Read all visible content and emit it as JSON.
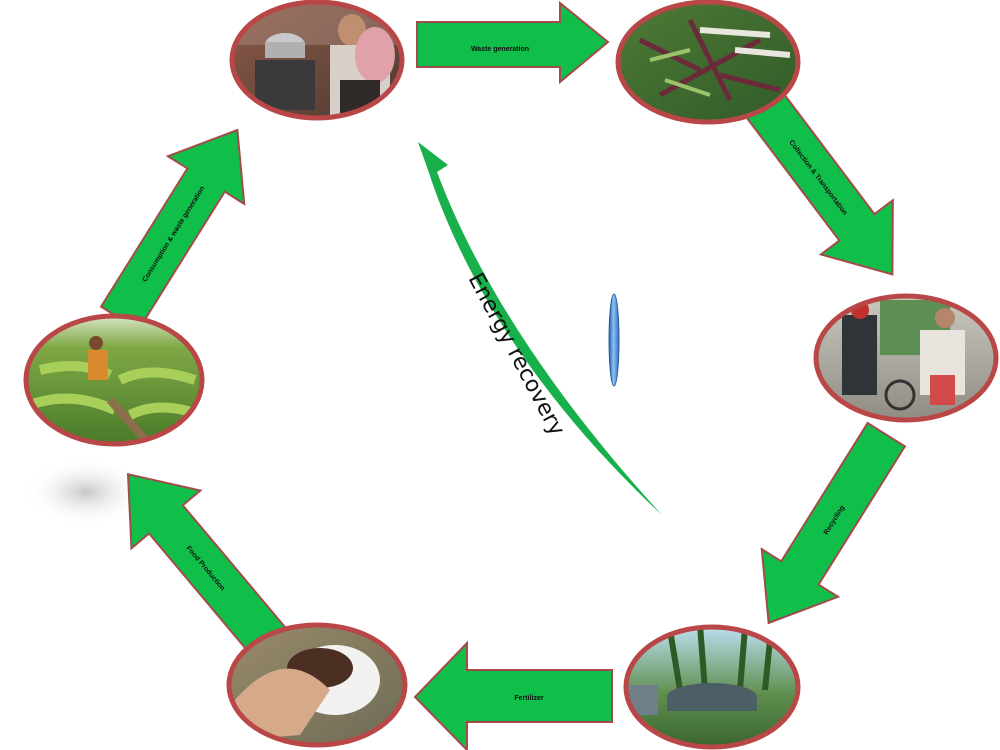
{
  "colors": {
    "arrow_fill": "#0fbf4a",
    "arrow_stroke": "#a34b4b",
    "ellipse_border": "#b94747",
    "energy_arrow": "#17b04a",
    "lens_blue": "#3f86d6"
  },
  "stages": [
    {
      "id": "cooking",
      "icon": "cooking-stove-photo-icon"
    },
    {
      "id": "waste",
      "icon": "kitchen-waste-photo-icon"
    },
    {
      "id": "collection",
      "icon": "waste-cart-photo-icon"
    },
    {
      "id": "biogas",
      "icon": "biogas-plant-photo-icon"
    },
    {
      "id": "compost",
      "icon": "compost-in-hand-photo-icon"
    },
    {
      "id": "farm",
      "icon": "crop-field-photo-icon"
    }
  ],
  "arrows": {
    "waste_generation": "Waste generation",
    "collection_transportation": "Collection & Transportation",
    "recycling": "Recycling",
    "fertilizer": "Fertilizer",
    "food_production": "Food Production",
    "consumption_waste_generation": "Consumption & waste generation"
  },
  "energy_recovery": "Energy recovery"
}
